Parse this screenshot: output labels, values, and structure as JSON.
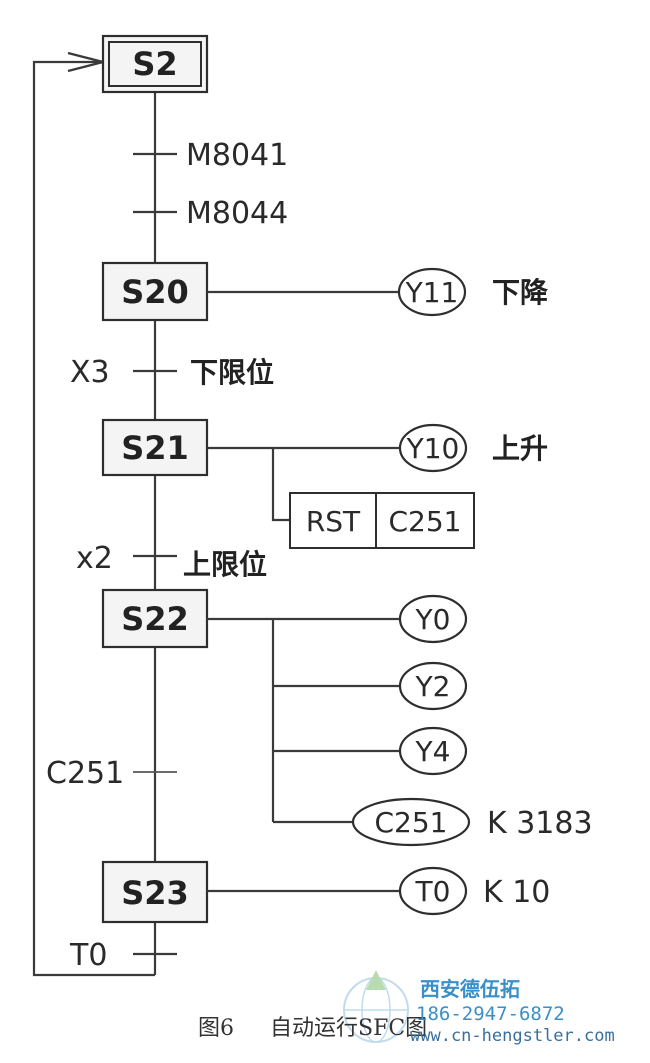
{
  "steps": {
    "s2": "S2",
    "s20": "S20",
    "s21": "S21",
    "s22": "S22",
    "s23": "S23"
  },
  "transitions": {
    "t1": "M8041",
    "t2": "M8044",
    "t3_signal": "X3",
    "t3_desc": "下限位",
    "t4_signal": "x2",
    "t4_desc": "上限位",
    "t5_signal": "C251",
    "t6_signal": "T0"
  },
  "outputs": {
    "y11": "Y11",
    "y11_desc": "下降",
    "y10": "Y10",
    "y10_desc": "上升",
    "rst": "RST",
    "rst_target": "C251",
    "y0": "Y0",
    "y2": "Y2",
    "y4": "Y4",
    "c251": "C251",
    "c251_const": "K 3183",
    "t0": "T0",
    "t0_const": "K 10"
  },
  "caption": {
    "figure": "图6",
    "text": "自动运行SFC图"
  },
  "watermark": {
    "company": "西安德伍拓",
    "phone": "186-2947-6872",
    "url": "www.cn-hengstler.com"
  },
  "colors": {
    "line": "#3a3a3a",
    "watermark": "#3a8fc8"
  }
}
